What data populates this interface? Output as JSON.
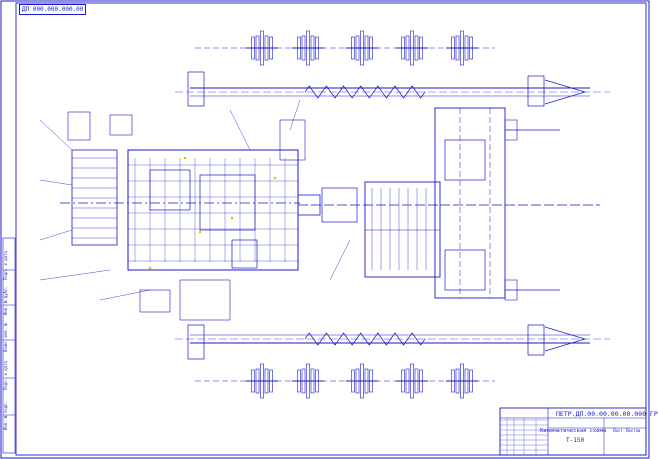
{
  "sheet": {
    "top_left_stamp": "ДП 000.000.000.00",
    "title_block": {
      "doc_number": "ПЕТР.ДП.00.00.00.00.000 ГР",
      "drawing_title": "Кинематическая схема",
      "tractor": "Т-150",
      "sheet_label": "Лист",
      "sheets_label": "Листов"
    },
    "left_strip": [
      "Инв. № подл.",
      "Подп. и дата",
      "Взам. инв. №",
      "Инв. № дубл.",
      "Подп. и дата"
    ]
  },
  "colors": {
    "line": "#1a1acc",
    "center": "#6666dd",
    "highlight": "#e8c000",
    "frame": "#1a1acc"
  }
}
